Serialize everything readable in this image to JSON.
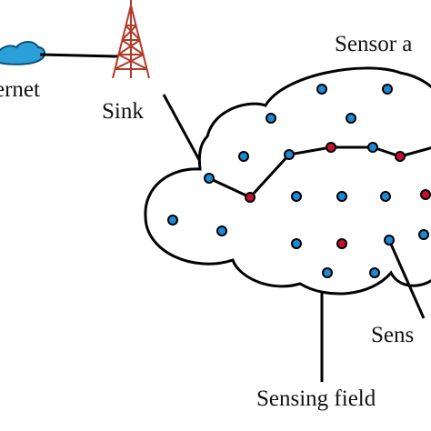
{
  "labels": {
    "internet": "ernet",
    "sink": "Sink",
    "sensor_area": "Sensor a",
    "sensor_node": "Sens",
    "sensing_field": "Sensing field"
  },
  "colors": {
    "node_blue": "#1e88d6",
    "node_red": "#c8102e",
    "tower": "#b23a28",
    "cloud_internet": "#2a9fd8",
    "outline": "#000000"
  },
  "icons": [
    "internet-cloud-icon",
    "sink-tower-icon"
  ]
}
